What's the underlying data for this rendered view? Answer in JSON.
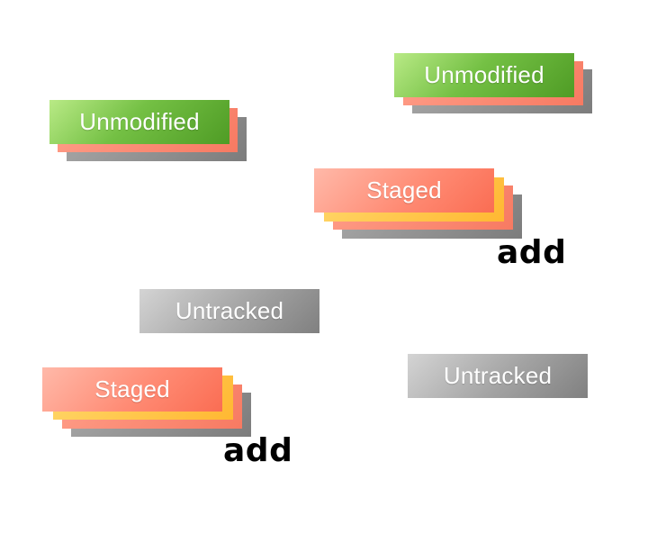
{
  "states": {
    "unmodified": "Unmodified",
    "staged": "Staged",
    "untracked": "Untracked"
  },
  "command": "add",
  "colors": {
    "unmodified": "#74c044",
    "staged": "#ff8b74",
    "staged_layer": "#ffb832",
    "untracked": "#a3a3a3",
    "shadow": "#808080"
  }
}
